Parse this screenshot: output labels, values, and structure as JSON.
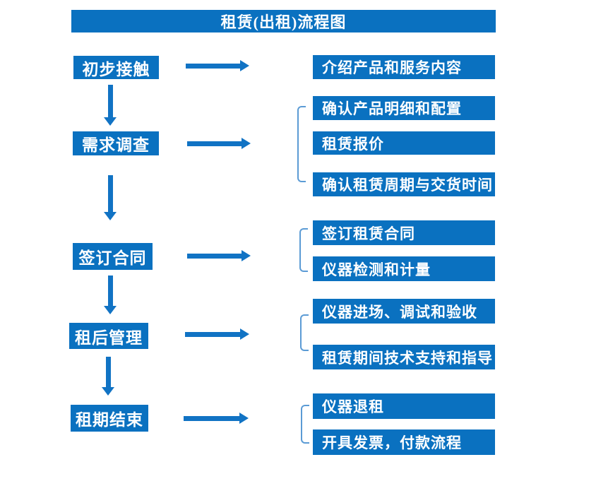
{
  "title": "租赁(出租)流程图",
  "colors": {
    "box": "#0a71c0",
    "arrow": "#1173c4",
    "bracket": "#5b9bd5",
    "text": "#ffffff"
  },
  "stages": [
    {
      "label": "初步接触",
      "outputs": [
        "介绍产品和服务内容"
      ]
    },
    {
      "label": "需求调查",
      "outputs": [
        "确认产品明细和配置",
        "租赁报价",
        "确认租赁周期与交货时间"
      ]
    },
    {
      "label": "签订合同",
      "outputs": [
        "签订租赁合同",
        "仪器检测和计量"
      ]
    },
    {
      "label": "租后管理",
      "outputs": [
        "仪器进场、调试和验收",
        "租赁期间技术支持和指导"
      ]
    },
    {
      "label": "租期结束",
      "outputs": [
        "仪器退租",
        "开具发票，付款流程"
      ]
    }
  ]
}
